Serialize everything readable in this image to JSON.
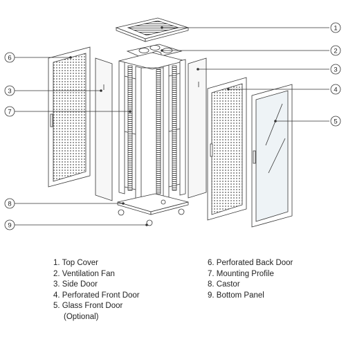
{
  "callouts": [
    {
      "num": "1",
      "label": "Top Cover"
    },
    {
      "num": "2",
      "label": "Ventilation Fan"
    },
    {
      "num": "3",
      "label": "Side Door"
    },
    {
      "num": "4",
      "label": "Perforated Front Door"
    },
    {
      "num": "5",
      "label": "Glass Front Door",
      "note": "(Optional)"
    },
    {
      "num": "6",
      "label": "Perforated Back Door"
    },
    {
      "num": "7",
      "label": "Mounting Profile"
    },
    {
      "num": "8",
      "label": "Castor"
    },
    {
      "num": "9",
      "label": "Bottom Panel"
    }
  ],
  "legend": {
    "left": [
      {
        "text": "1. Top Cover"
      },
      {
        "text": "2. Ventilation Fan"
      },
      {
        "text": "3. Side Door"
      },
      {
        "text": "4. Perforated Front Door"
      },
      {
        "text": "5. Glass Front Door"
      },
      {
        "text": "(Optional)"
      }
    ],
    "right": [
      {
        "text": "6. Perforated Back Door"
      },
      {
        "text": "7. Mounting Profile"
      },
      {
        "text": "8. Castor"
      },
      {
        "text": "9. Bottom Panel"
      }
    ]
  },
  "colors": {
    "line": "#333333",
    "fill": "#ffffff",
    "panel": "#f4f4f4",
    "glass": "#eef3f6"
  }
}
